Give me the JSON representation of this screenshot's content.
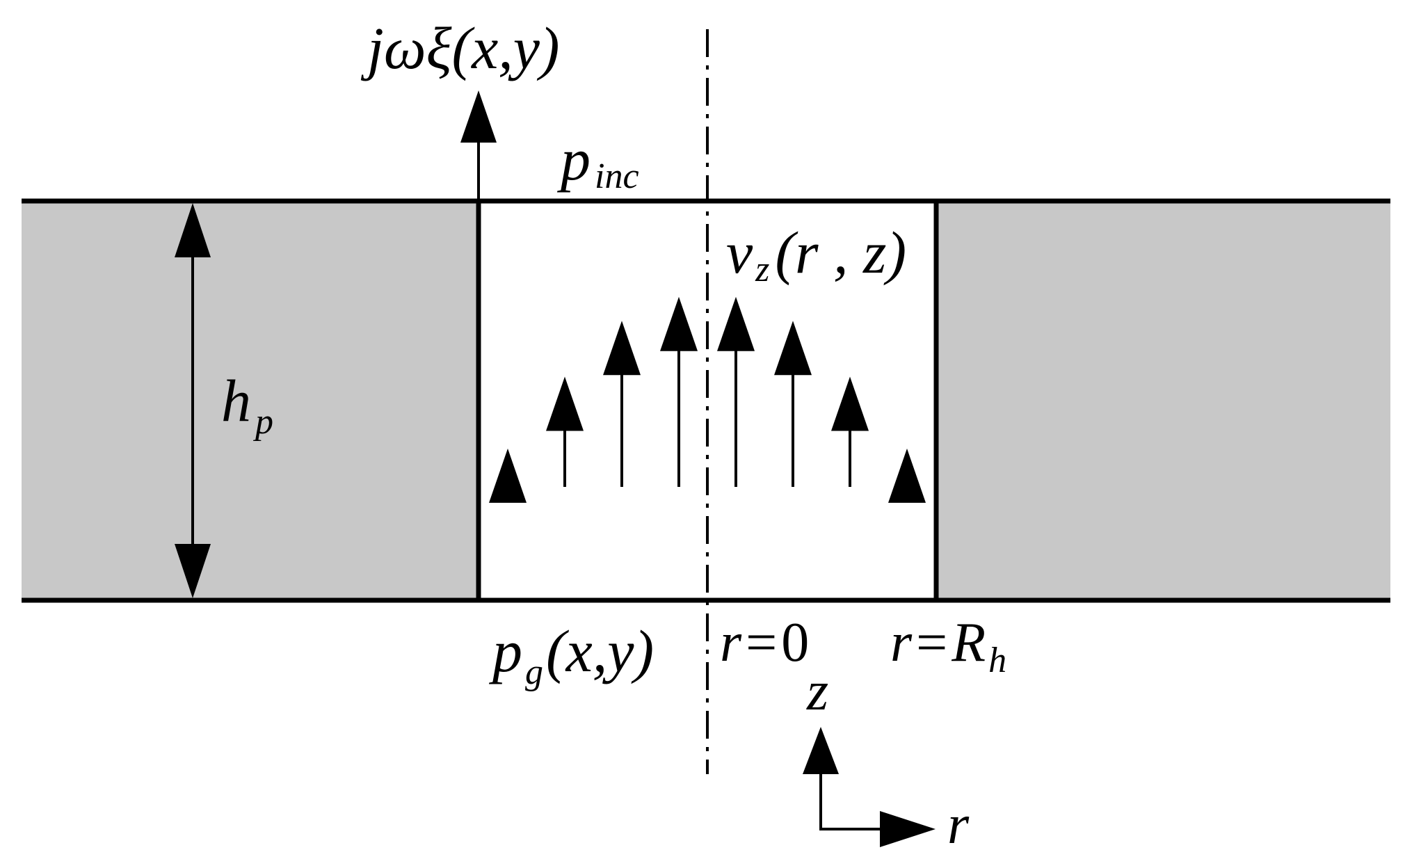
{
  "labels": {
    "top_velocity": {
      "main": "jωξ(x,y)"
    },
    "incident_pressure": {
      "main": "p",
      "sub": "inc"
    },
    "plate_thickness": {
      "main": "h",
      "sub": "p"
    },
    "hole_velocity": {
      "main": "v",
      "sub": "z",
      "tail": "(r , z)"
    },
    "bottom_pressure": {
      "main": "p",
      "sub": "g",
      "tail": "(x,y)"
    },
    "center_radius": {
      "main": "r",
      "op": "=",
      "value": "0"
    },
    "edge_radius": {
      "main": "r",
      "op": "=",
      "value": "R",
      "sub": "h"
    },
    "axis_z": "z",
    "axis_r": "r"
  },
  "velocity_profile": [
    0.38,
    0.56,
    0.7,
    0.76,
    0.76,
    0.7,
    0.56,
    0.38
  ],
  "colors": {
    "plate_fill": "#c8c8c8",
    "line": "#000000",
    "background": "#ffffff"
  }
}
